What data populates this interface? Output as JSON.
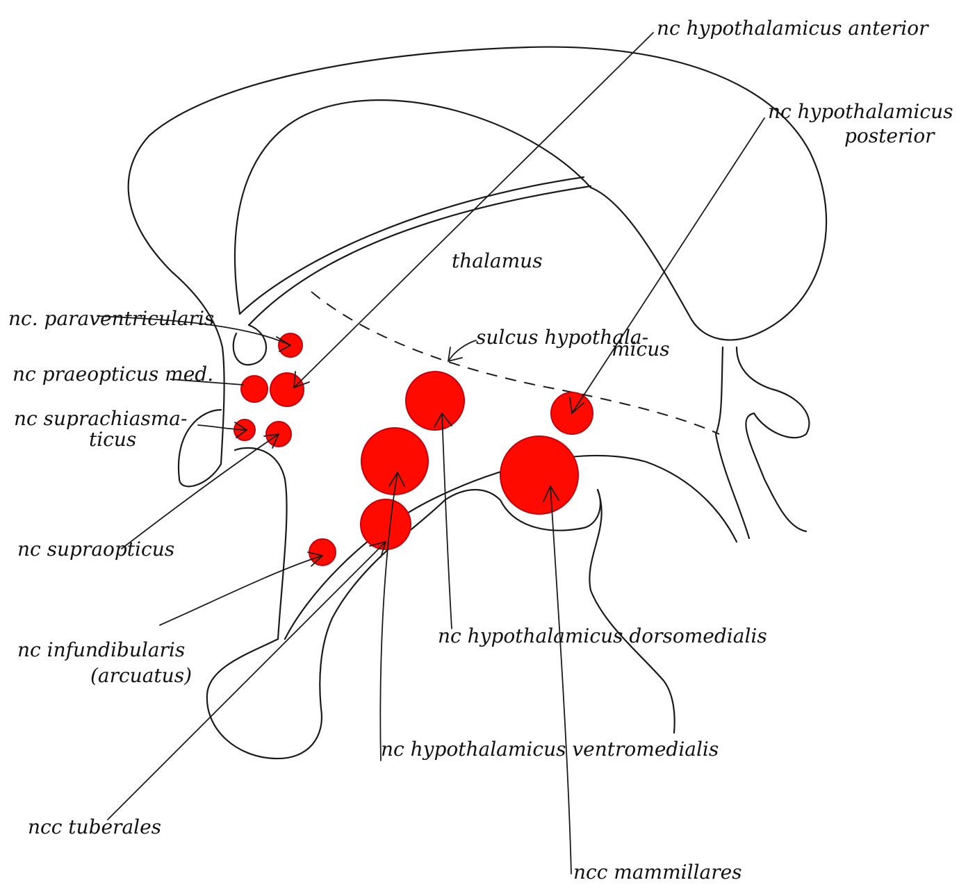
{
  "diagram": {
    "colors": {
      "ink": "#1a1a1a",
      "nucleus_fill": "#ff0a00",
      "nucleus_stroke": "#c4000a",
      "background": "#ffffff"
    },
    "structures": {
      "thalamus": "thalamus",
      "sulcus": "sulcus hypothalamicus"
    },
    "labels": {
      "hypothalamicus_anterior": "nc hypothalamicus anterior",
      "hypothalamicus_posterior_line1": "nc hypothalamicus",
      "hypothalamicus_posterior_line2": "posterior",
      "paraventricularis": "nc. paraventricularis",
      "praeopticus_med": "nc praeopticus med.",
      "suprachiasmaticus_line1": "nc suprachiasma-",
      "suprachiasmaticus_line2": "ticus",
      "supraopticus": "nc supraopticus",
      "infundibularis_line1": "nc infundibularis",
      "infundibularis_line2": "(arcuatus)",
      "tuberales": "ncc tuberales",
      "dorsomedialis": "nc hypothalamicus dorsomedialis",
      "ventromedialis": "nc hypothalamicus ventromedialis",
      "mammillares": "ncc mammillares",
      "sulcus_line1": "sulcus hypothala-",
      "sulcus_line2": "micus"
    }
  }
}
